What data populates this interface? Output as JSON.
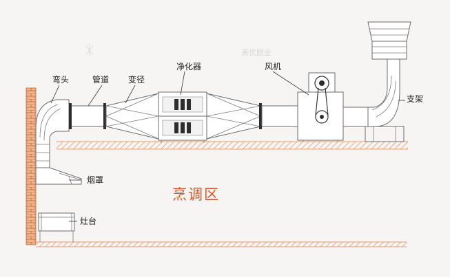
{
  "labels": {
    "elbow": "弯头",
    "duct": "管道",
    "reducer": "变径",
    "purifier": "净化器",
    "fan": "风机",
    "bracket": "支架",
    "hood": "烟罩",
    "stove": "灶台"
  },
  "zone_label": "烹调区",
  "watermark": "美优厨业",
  "colors": {
    "accent": "#e0562c",
    "hatch": "#e69a6e",
    "line": "#6b6b6b",
    "background": "#f7f5f3"
  }
}
